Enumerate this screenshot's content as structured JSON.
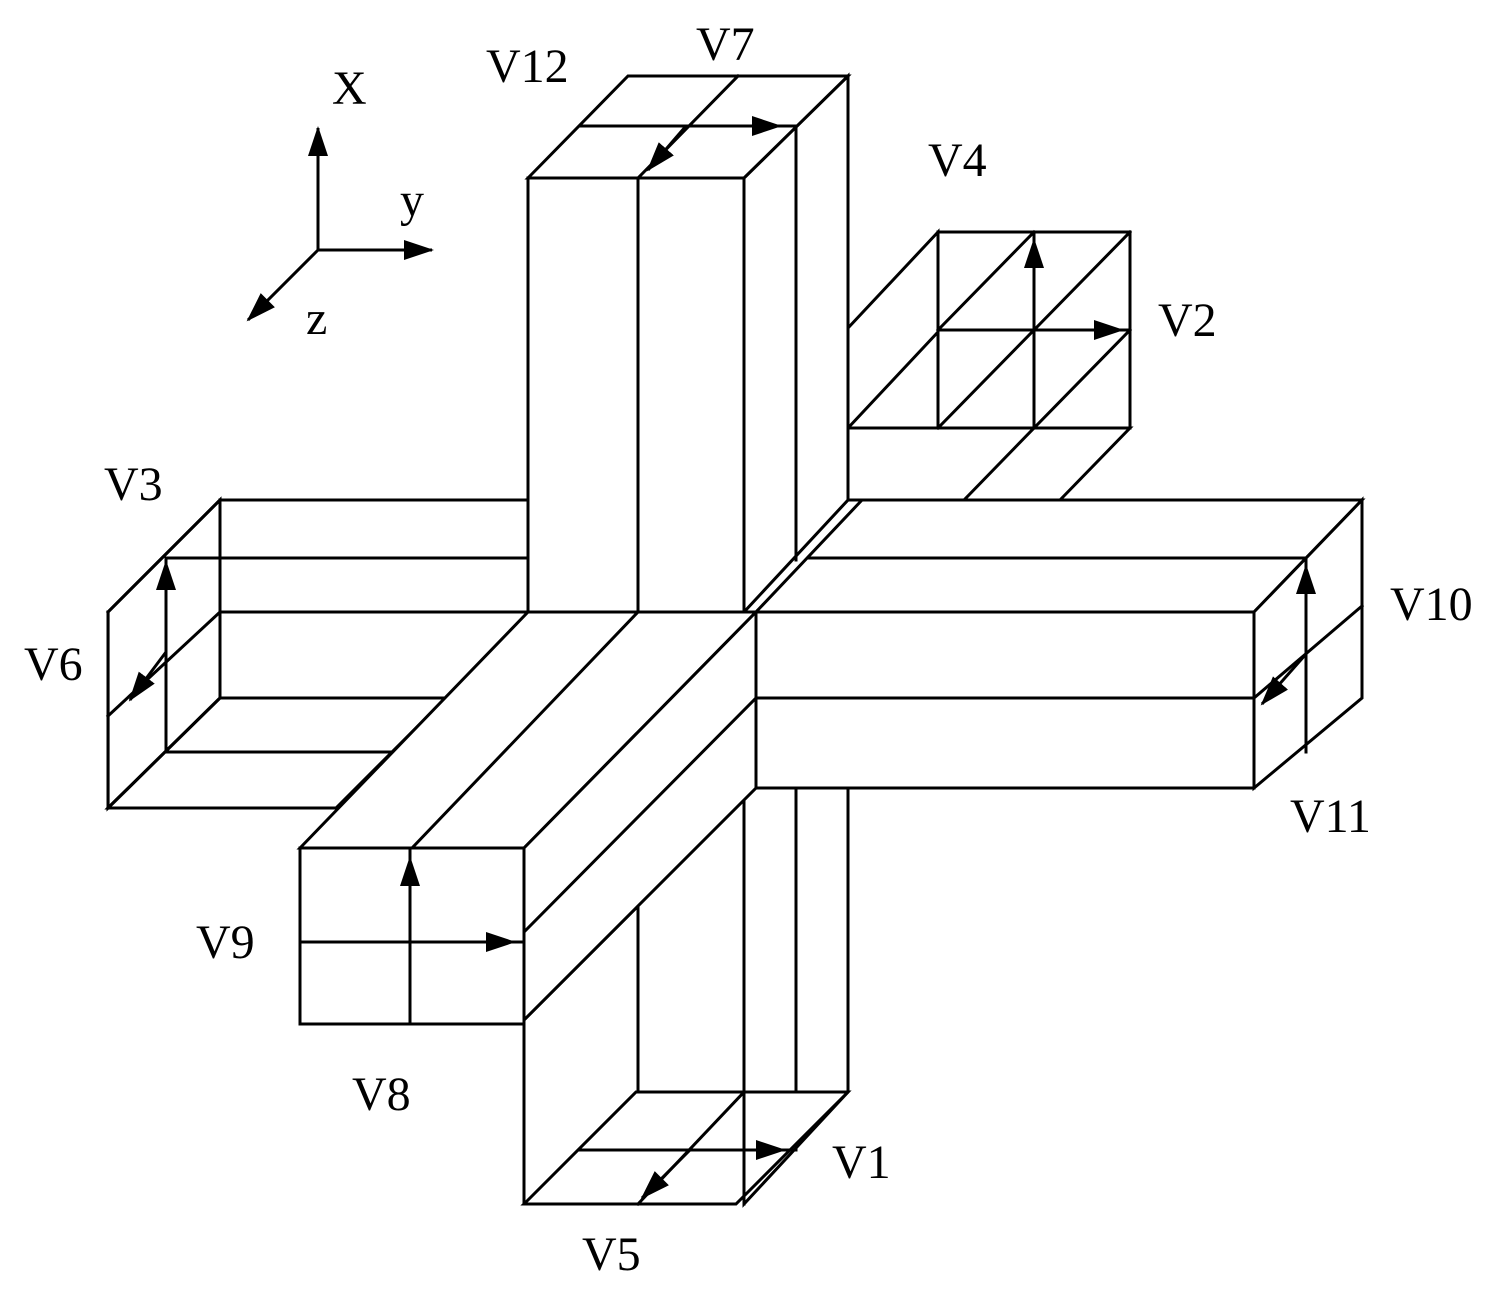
{
  "axes": {
    "x": "X",
    "y": "y",
    "z": "z"
  },
  "ports": {
    "v1": "V1",
    "v2": "V2",
    "v3": "V3",
    "v4": "V4",
    "v5": "V5",
    "v6": "V6",
    "v7": "V7",
    "v8": "V8",
    "v9": "V9",
    "v10": "V10",
    "v11": "V11",
    "v12": "V12"
  },
  "colors": {
    "line": "#000000",
    "background": "#ffffff"
  }
}
